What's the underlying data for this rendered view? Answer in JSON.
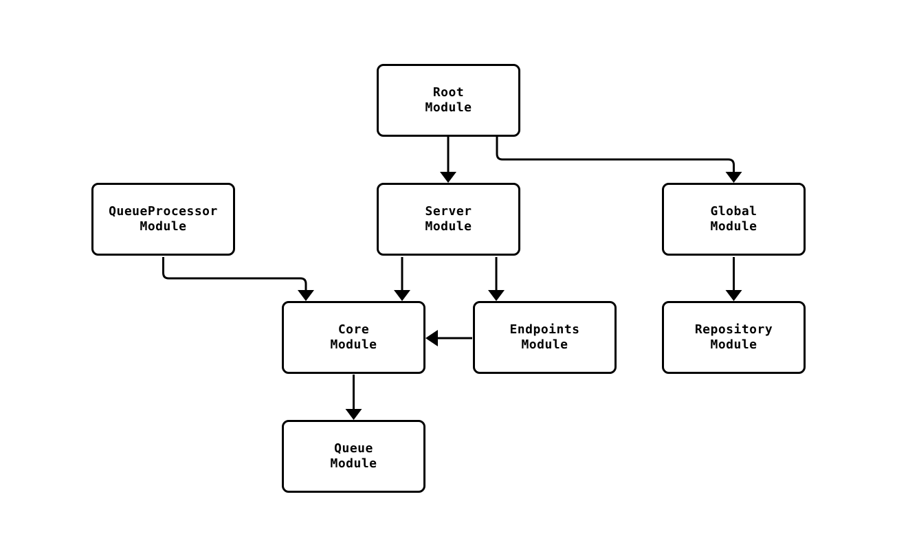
{
  "page": {
    "background_color": "#ffffff",
    "line_color": "#000000",
    "text_color": "#000000"
  },
  "diagram": {
    "type": "module-dependency-graph",
    "nodes": {
      "root": {
        "label": "Root\nModule"
      },
      "queue_processor": {
        "label": "QueueProcessor\nModule"
      },
      "server": {
        "label": "Server\nModule"
      },
      "global": {
        "label": "Global\nModule"
      },
      "core": {
        "label": "Core\nModule"
      },
      "endpoints": {
        "label": "Endpoints\nModule"
      },
      "repository": {
        "label": "Repository\nModule"
      },
      "queue": {
        "label": "Queue\nModule"
      }
    },
    "edges": [
      {
        "from": "Root Module",
        "to": "Server Module"
      },
      {
        "from": "Root Module",
        "to": "Global Module"
      },
      {
        "from": "QueueProcessor Module",
        "to": "Core Module"
      },
      {
        "from": "Server Module",
        "to": "Core Module"
      },
      {
        "from": "Server Module",
        "to": "Endpoints Module"
      },
      {
        "from": "Endpoints Module",
        "to": "Core Module"
      },
      {
        "from": "Global Module",
        "to": "Repository Module"
      },
      {
        "from": "Core Module",
        "to": "Queue Module"
      }
    ]
  }
}
